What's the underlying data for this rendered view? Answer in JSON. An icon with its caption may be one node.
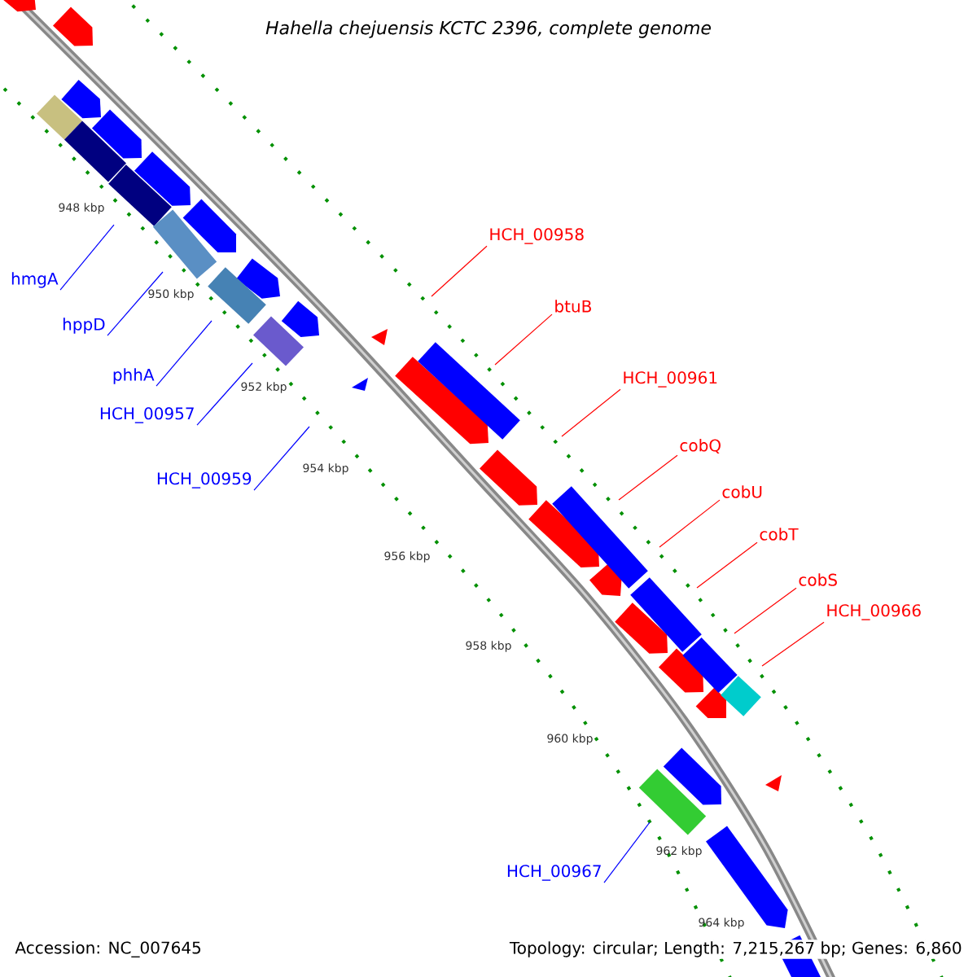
{
  "diagram": {
    "title": "Hahella chejuensis KCTC 2396, complete genome",
    "nodes": [
      {
        "text": [
          "hmgA"
        ]
      },
      {
        "text": [
          "hppD"
        ]
      },
      {
        "text": [
          "phhA"
        ]
      },
      {
        "text": [
          "HCH_00957"
        ]
      },
      {
        "text": [
          "HCH_00959"
        ]
      },
      {
        "text": [
          "HCH_00958"
        ]
      },
      {
        "text": [
          "btuB"
        ]
      },
      {
        "text": [
          "HCH_00961"
        ]
      },
      {
        "text": [
          "cobQ"
        ]
      },
      {
        "text": [
          "cobU"
        ]
      },
      {
        "text": [
          "cobT"
        ]
      },
      {
        "text": [
          "cobS"
        ]
      },
      {
        "text": [
          "HCH_00966"
        ]
      },
      {
        "text": [
          "HCH_00967"
        ]
      }
    ],
    "edges": [
      {
        "from": 0,
        "to": null,
        "arrow": "none",
        "color": "#0000ff"
      },
      {
        "from": 1,
        "to": null,
        "arrow": "none",
        "color": "#0000ff"
      },
      {
        "from": 2,
        "to": null,
        "arrow": "none",
        "color": "#0000ff"
      },
      {
        "from": 3,
        "to": null,
        "arrow": "none",
        "color": "#0000ff"
      },
      {
        "from": 4,
        "to": null,
        "arrow": "none",
        "color": "#0000ff"
      },
      {
        "from": 5,
        "to": null,
        "arrow": "none"
      },
      {
        "from": 6,
        "to": null,
        "arrow": "none"
      },
      {
        "from": 7,
        "to": null,
        "arrow": "none"
      },
      {
        "from": 8,
        "to": null,
        "arrow": "none"
      },
      {
        "from": 9,
        "to": null,
        "arrow": "none"
      },
      {
        "from": 10,
        "to": null,
        "arrow": "none"
      },
      {
        "from": 11,
        "to": null,
        "arrow": "none"
      },
      {
        "from": 12,
        "to": null,
        "arrow": "none"
      },
      {
        "from": 13,
        "to": null,
        "arrow": "none",
        "color": "#0000ff"
      }
    ],
    "labels": [
      "948 kbp",
      "950 kbp",
      "952 kbp",
      "954 kbp",
      "956 kbp",
      "958 kbp",
      "960 kbp",
      "962 kbp",
      "964 kbp",
      "Accession: NC_007645",
      "Topology: circular; Length: 7,215,267 bp; Genes: 6,860"
    ]
  }
}
